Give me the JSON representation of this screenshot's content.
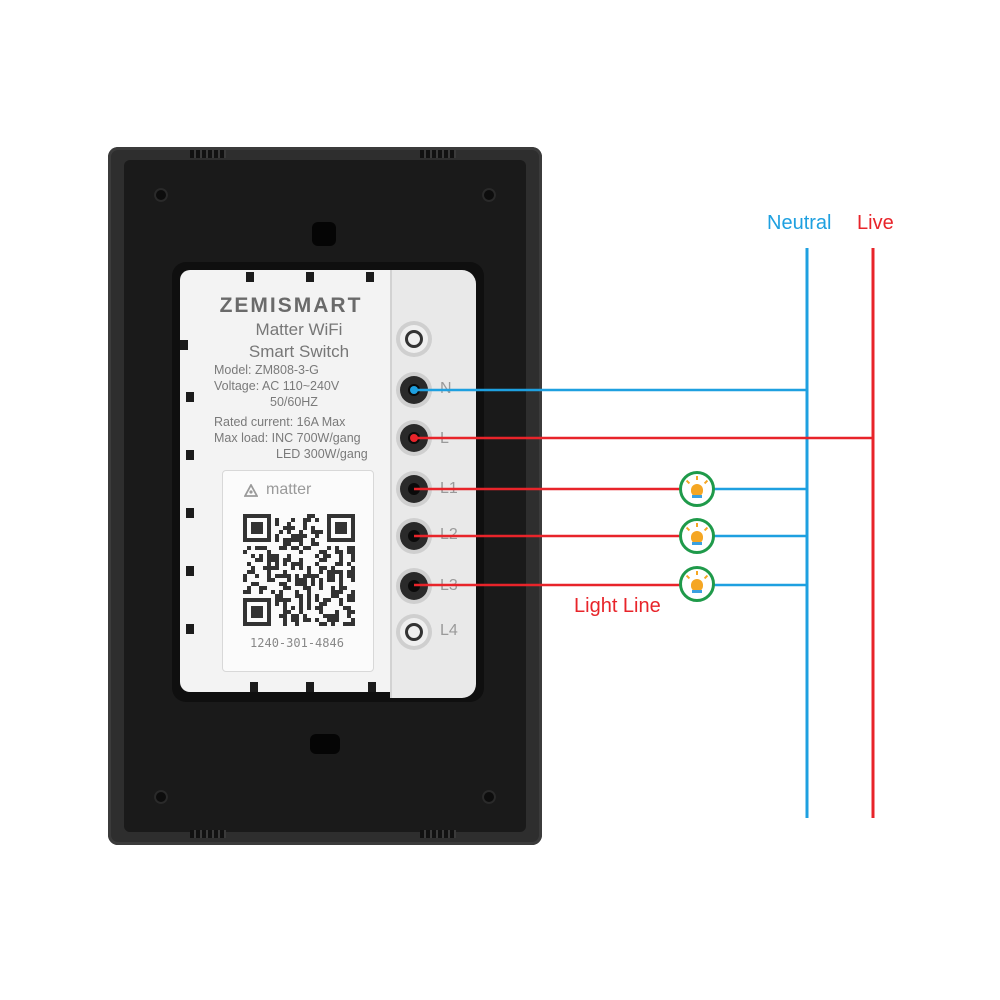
{
  "device": {
    "brand": "ZEMISMART",
    "product_line1": "Matter WiFi",
    "product_line2": "Smart Switch",
    "specs": [
      "Model: ZM808-3-G",
      "Voltage: AC 110~240V",
      "50/60HZ",
      "Rated current: 16A Max",
      "Max load: INC 700W/gang",
      "LED 300W/gang"
    ],
    "qr_brand": "matter",
    "serial": "1240-301-4846",
    "terminals": [
      "N",
      "L",
      "L1",
      "L2",
      "L3",
      "L4"
    ]
  },
  "wiring": {
    "neutral_label": "Neutral",
    "live_label": "Live",
    "light_line_label": "Light Line"
  },
  "colors": {
    "neutral": "#1ea0e0",
    "live": "#e8242a",
    "bulb_ring": "#1f9a4a",
    "bulb_light": "#f5a623"
  }
}
